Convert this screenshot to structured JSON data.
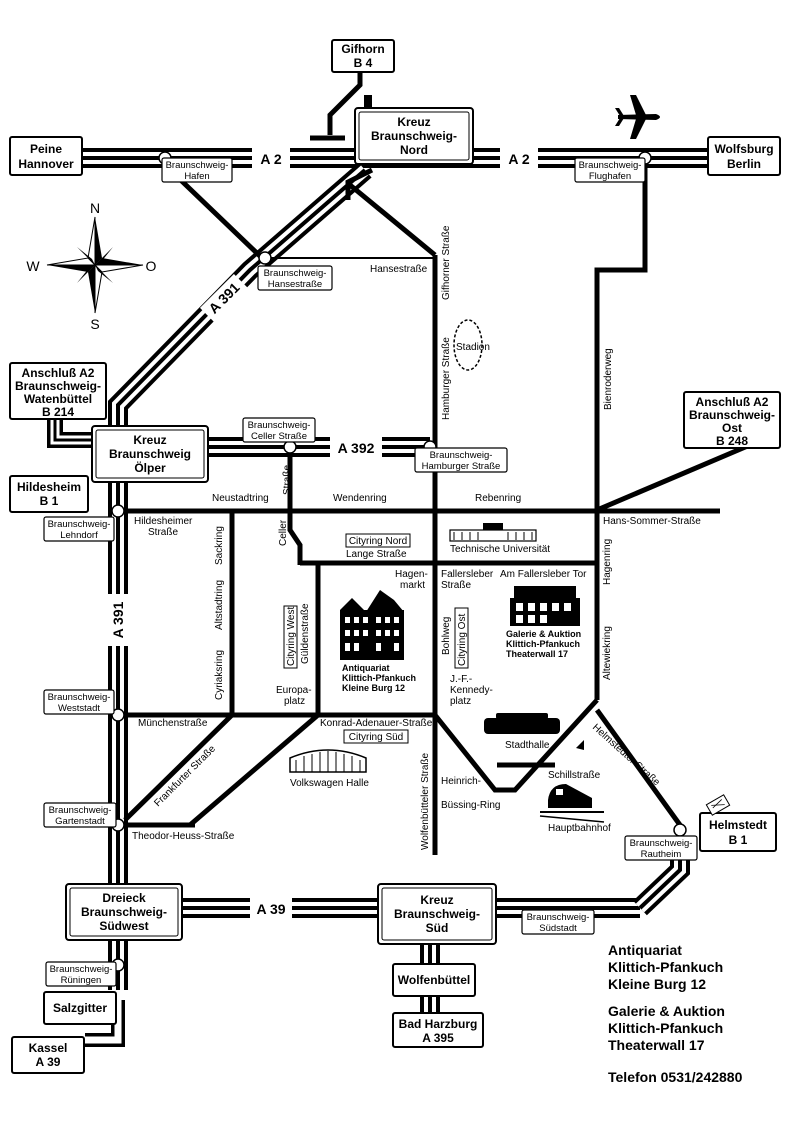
{
  "colors": {
    "ink": "#000000",
    "paper": "#ffffff"
  },
  "highways": {
    "a2_left": "A 2",
    "a2_right": "A 2",
    "a391_north": "A 391",
    "a391_west": "A 391",
    "a392": "A 392",
    "a39": "A 39"
  },
  "destinations": {
    "gifhorn": [
      "Gifhorn",
      "B 4"
    ],
    "peine": [
      "Peine",
      "Hannover"
    ],
    "wolfsburg": [
      "Wolfsburg",
      "Berlin"
    ],
    "watenbuettel": [
      "Anschluß A2",
      "Braunschweig-",
      "Watenbüttel",
      "B 214"
    ],
    "ost": [
      "Anschluß A2",
      "Braunschweig-",
      "Ost",
      "B 248"
    ],
    "hildesheim": [
      "Hildesheim",
      "B 1"
    ],
    "helmstedt": [
      "Helmstedt",
      "B 1"
    ],
    "salzgitter": [
      "Salzgitter"
    ],
    "kassel": [
      "Kassel",
      "A 39"
    ],
    "wolfenbuettel": [
      "Wolfenbüttel"
    ],
    "bad_harzburg": [
      "Bad Harzburg",
      "A 395"
    ]
  },
  "interchanges": {
    "kreuz_nord": [
      "Kreuz",
      "Braunschweig-",
      "Nord"
    ],
    "kreuz_oelper": [
      "Kreuz",
      "Braunschweig",
      "Ölper"
    ],
    "dreieck_suedwest": [
      "Dreieck",
      "Braunschweig-",
      "Südwest"
    ],
    "kreuz_sued": [
      "Kreuz",
      "Braunschweig-",
      "Süd"
    ]
  },
  "exits": {
    "hafen": [
      "Braunschweig-",
      "Hafen"
    ],
    "flughafen": [
      "Braunschweig-",
      "Flughafen"
    ],
    "hansestrasse": [
      "Braunschweig-",
      "Hansestraße"
    ],
    "celler": [
      "Braunschweig-",
      "Celler Straße"
    ],
    "hamburger": [
      "Braunschweig-",
      "Hamburger Straße"
    ],
    "lehndorf": [
      "Braunschweig-",
      "Lehndorf"
    ],
    "weststadt": [
      "Braunschweig-",
      "Weststadt"
    ],
    "gartenstadt": [
      "Braunschweig-",
      "Gartenstadt"
    ],
    "rautheim": [
      "Braunschweig-",
      "Rautheim"
    ],
    "suedstadt": [
      "Braunschweig-",
      "Südstadt"
    ],
    "rueningen": [
      "Braunschweig-",
      "Rüningen"
    ]
  },
  "compass": {
    "n": "N",
    "s": "S",
    "w": "W",
    "o": "O"
  },
  "streets": {
    "hansestrasse": "Hansestraße",
    "gifhorner": "Gifhorner Straße",
    "hamburger": "Hamburger Straße",
    "stadion": "Stadion",
    "bienroder": "Bienroderweg",
    "neustadtring": "Neustadtring",
    "wendenring": "Wendenring",
    "rebenring": "Rebenring",
    "hans_sommer": "Hans-Sommer-Straße",
    "hildesheimer": [
      "Hildesheimer",
      "Straße"
    ],
    "celler": [
      "Celler",
      "Straße"
    ],
    "citying_nord": "Cityring Nord",
    "lange": "Lange Straße",
    "tu": "Technische Universität",
    "sackring": "Sackring",
    "altstadtring": "Altstadtring",
    "cyriaksring": "Cyriaksring",
    "citying_west": "Cityring West",
    "gueldenstrasse": "Güldenstraße",
    "hagenmarkt": [
      "Hagen-",
      "markt"
    ],
    "fallersleber": [
      "Fallersleber",
      "Straße"
    ],
    "am_fallersleber_tor": "Am Fallersleber Tor",
    "hagenring": "Hagenring",
    "bohlweg": "Bohlweg",
    "citying_ost": "Cityring Ost",
    "altewiekring": "Altewiekring",
    "europaplatz": [
      "Europa-",
      "platz"
    ],
    "kennedyplatz": [
      "J.-F.-",
      "Kennedy-",
      "platz"
    ],
    "muenchenstrasse": "Münchenstraße",
    "konrad": "Konrad-Adenauer-Straße",
    "citying_sued": "Cityring Süd",
    "stadthalle": "Stadthalle",
    "helmstedter": "Helmstedter Straße",
    "schillstrasse": "Schillstraße",
    "frankfurter": "Frankfurter Straße",
    "volkswagen_halle": "Volkswagen Halle",
    "heinrich": "Heinrich-",
    "buessing": "Büssing-Ring",
    "hauptbahnhof": "Hauptbahnhof",
    "theodor": "Theodor-Heuss-Straße",
    "wolfenbuetteler": "Wolfenbütteler Straße"
  },
  "landmarks": {
    "antiquariat_map": [
      "Antiquariat",
      "Klittich-Pfankuch",
      "Kleine Burg 12"
    ],
    "galerie_map": [
      "Galerie & Auktion",
      "Klittich-Pfankuch",
      "Theaterwall 17"
    ]
  },
  "info": {
    "antiquariat": [
      "Antiquariat",
      "Klittich-Pfankuch",
      "Kleine Burg 12"
    ],
    "galerie": [
      "Galerie & Auktion",
      "Klittich-Pfankuch",
      "Theaterwall 17"
    ],
    "telefon": "Telefon 0531/242880"
  }
}
